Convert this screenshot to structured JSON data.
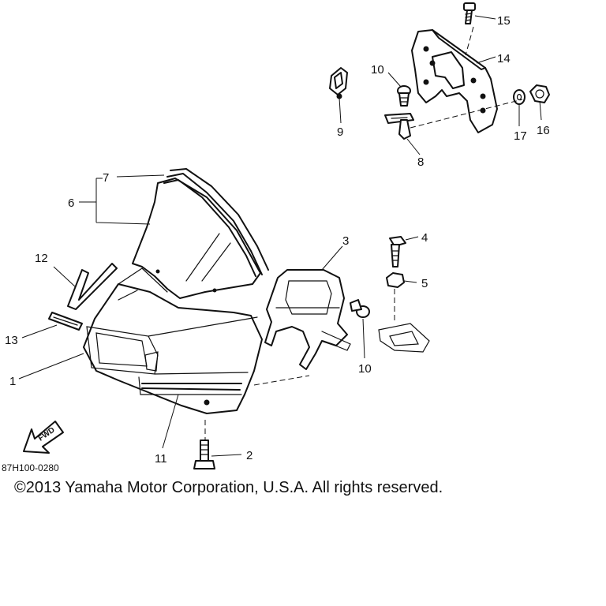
{
  "callouts": {
    "c1": "1",
    "c2": "2",
    "c3": "3",
    "c4": "4",
    "c5": "5",
    "c6": "6",
    "c7": "7",
    "c8": "8",
    "c9": "9",
    "c10a": "10",
    "c10b": "10",
    "c11": "11",
    "c12": "12",
    "c13": "13",
    "c14": "14",
    "c15": "15",
    "c16": "16",
    "c17": "17"
  },
  "fwd_label": "FWD",
  "diagram_code": "87H100-0280",
  "copyright": "©2013 Yamaha Motor Corporation, U.S.A. All rights reserved."
}
